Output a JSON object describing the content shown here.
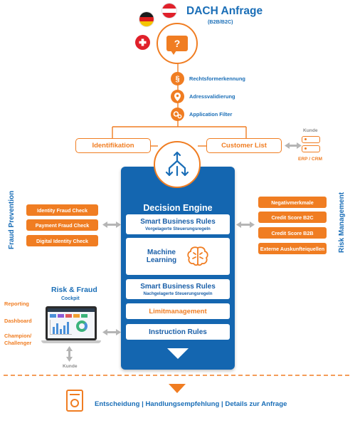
{
  "header": {
    "title": "DACH Anfrage",
    "subtitle": "(B2B/B2C)",
    "request_icon": "question-mark"
  },
  "steps": [
    {
      "label": "Rechtsformerkennung",
      "icon": "paragraph-icon"
    },
    {
      "label": "Adressvalidierung",
      "icon": "location-pin-icon"
    },
    {
      "label": "Application Filter",
      "icon": "gears-icon"
    }
  ],
  "intake": {
    "identifikation": "Identifikation",
    "customer_list": "Customer List",
    "kunde_label": "Kunde",
    "erp_crm": "ERP / CRM"
  },
  "fraud_prevention": {
    "title": "Fraud Prevention",
    "items": [
      "Identity Fraud Check",
      "Payment Fraud Check",
      "Digital Identity Check"
    ]
  },
  "risk_management": {
    "title": "Risk Management",
    "items": [
      "Negativmerkmale",
      "Credit Score B2C",
      "Credit Score B2B",
      "Externe Auskunfteiquellen"
    ]
  },
  "decision_engine": {
    "title": "Decision Engine",
    "rules_pre_title": "Smart Business Rules",
    "rules_pre_sub": "Vorgelagerte Steuerungsregeln",
    "ml_title_1": "Machine",
    "ml_title_2": "Learning",
    "rules_post_title": "Smart Business Rules",
    "rules_post_sub": "Nachgelagerte Steuerungsregeln",
    "limit": "Limitmanagement",
    "instruction": "Instruction Rules"
  },
  "cockpit": {
    "title": "Risk & Fraud",
    "subtitle": "Cockpit",
    "labels": [
      "Reporting",
      "Dashboard",
      "Champion/",
      "Challenger"
    ],
    "kunde_label": "Kunde"
  },
  "result": {
    "text": "Entscheidung | Handlungsempfehlung | Details zur Anfrage"
  },
  "colors": {
    "orange": "#f07d22",
    "blue": "#1a6eb7",
    "engine_blue": "#1466b0",
    "gray": "#b5b5b5"
  }
}
